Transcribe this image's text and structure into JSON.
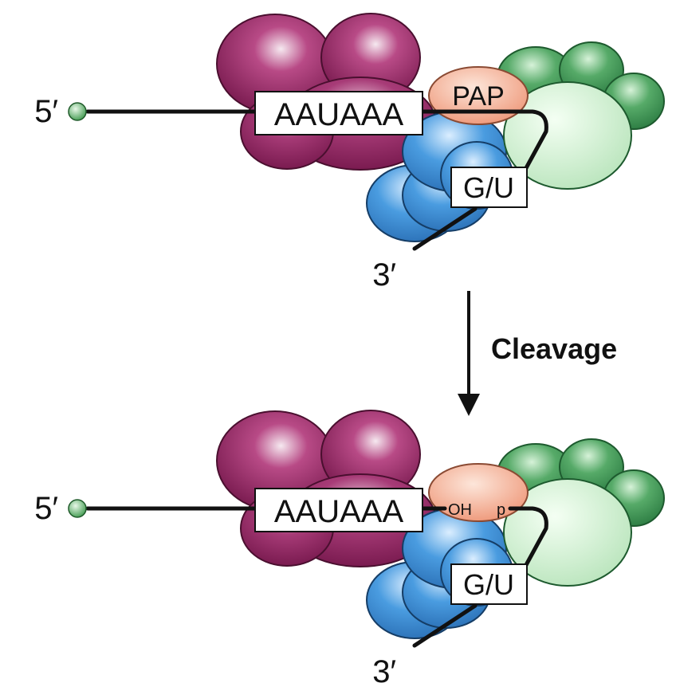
{
  "diagram": {
    "top_panel": {
      "five_prime_label": "5′",
      "signal_label": "AAUAAA",
      "pap_label": "PAP",
      "gu_label": "G/U",
      "three_prime_label": "3′"
    },
    "step_label": "Cleavage",
    "bottom_panel": {
      "five_prime_label": "5′",
      "signal_label": "AAUAAA",
      "oh_label": "OH",
      "p_label": "p",
      "gu_label": "G/U",
      "three_prime_label": "3′"
    }
  },
  "colors": {
    "cpsf_magenta": "#962a64",
    "pap_salmon": "#f1a488",
    "cleavage_factor_green": "#4fa263",
    "cleavage_factor_light_green": "#c8ecc8",
    "cstf_blue": "#3e90d6",
    "rna_line": "#111111",
    "cap_green": "#5fb36a"
  }
}
